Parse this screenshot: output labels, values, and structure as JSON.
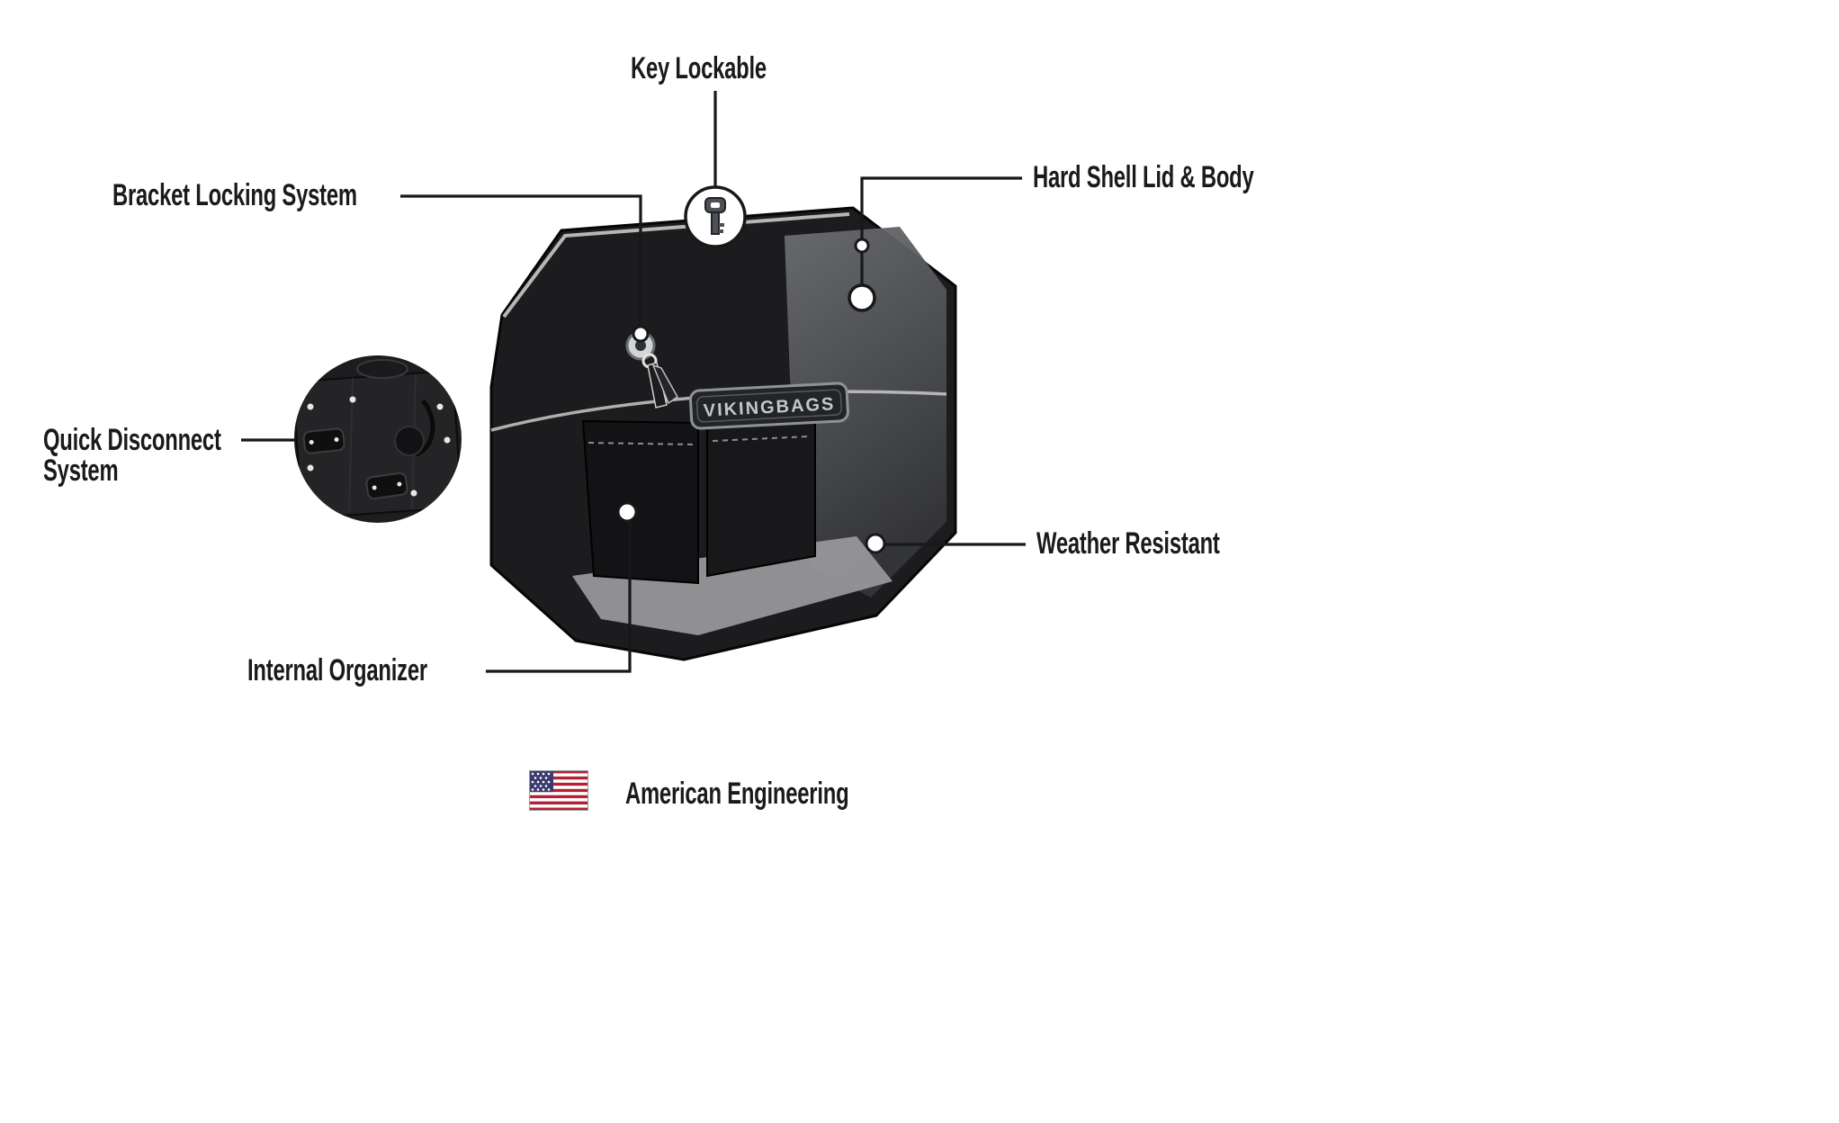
{
  "page": {
    "background": "#ffffff"
  },
  "product": {
    "badge_label": "VIKINGBAGS"
  },
  "callouts": {
    "key_lockable": "Key Lockable",
    "bracket_locking_system": "Bracket Locking System",
    "hard_shell_lid_body": "Hard Shell Lid & Body",
    "quick_disconnect_system": "Quick Disconnect\nSystem",
    "weather_resistant": "Weather Resistant",
    "internal_organizer": "Internal Organizer"
  },
  "footer": {
    "american_engineering": "American Engineering"
  },
  "icons": {
    "flag": "us-flag-icon",
    "key": "key-icon",
    "lock": "lock-keys-icon"
  },
  "colors": {
    "text": "#1a1a1a",
    "callout_line": "#17181a",
    "bag_body": "#1c1c1e",
    "lid_gray_top": "#6b6d70",
    "lid_gray_bottom": "#343538",
    "interior_floor": "#97979a",
    "badge_frame": "#8f9397",
    "flag_red": "#B22234",
    "flag_blue": "#3C3B6E"
  }
}
